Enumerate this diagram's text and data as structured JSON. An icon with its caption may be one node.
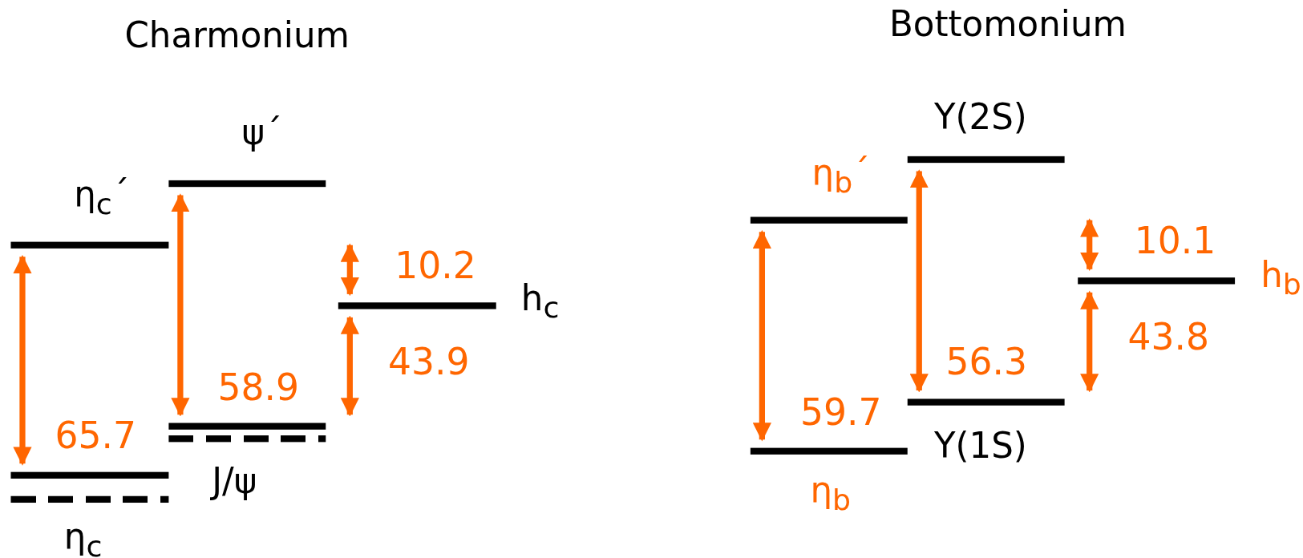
{
  "diagram": {
    "nodes": [
      {
        "text": [
          "ψ´"
        ]
      },
      {
        "text": [
          "η$_{c}$´"
        ]
      },
      {
        "text": [
          "h$_{c}$"
        ]
      },
      {
        "text": [],
        "shape": "bar"
      },
      {
        "text": [
          "J/ψ"
        ]
      },
      {
        "text": [],
        "shape": "bar"
      },
      {
        "text": [
          "η$_{c}$"
        ]
      },
      {
        "text": [
          "Υ(2S)"
        ]
      },
      {
        "text": [
          "η$_{b}$´"
        ]
      },
      {
        "text": [
          "h$_{b}$"
        ]
      },
      {
        "text": [
          "Υ(1S)"
        ]
      },
      {
        "text": [
          "η$_{b}$"
        ]
      }
    ],
    "edges": [
      {
        "from": 1,
        "to": 5,
        "arrow": "both",
        "label": "65.7"
      },
      {
        "from": 0,
        "to": 3,
        "arrow": "both",
        "label": "58.9"
      },
      {
        "from": null,
        "to": 2,
        "arrow": "both",
        "label": "10.2"
      },
      {
        "from": 2,
        "to": 3,
        "arrow": "both",
        "label": "43.9"
      },
      {
        "from": 8,
        "to": 11,
        "arrow": "both",
        "label": "59.7"
      },
      {
        "from": 7,
        "to": 10,
        "arrow": "both",
        "label": "56.3"
      },
      {
        "from": null,
        "to": 9,
        "arrow": "both",
        "label": "10.1"
      },
      {
        "from": 9,
        "to": 10,
        "arrow": "both",
        "label": "43.8"
      }
    ],
    "labels": [
      "Charmonium",
      "Bottomonium"
    ]
  }
}
